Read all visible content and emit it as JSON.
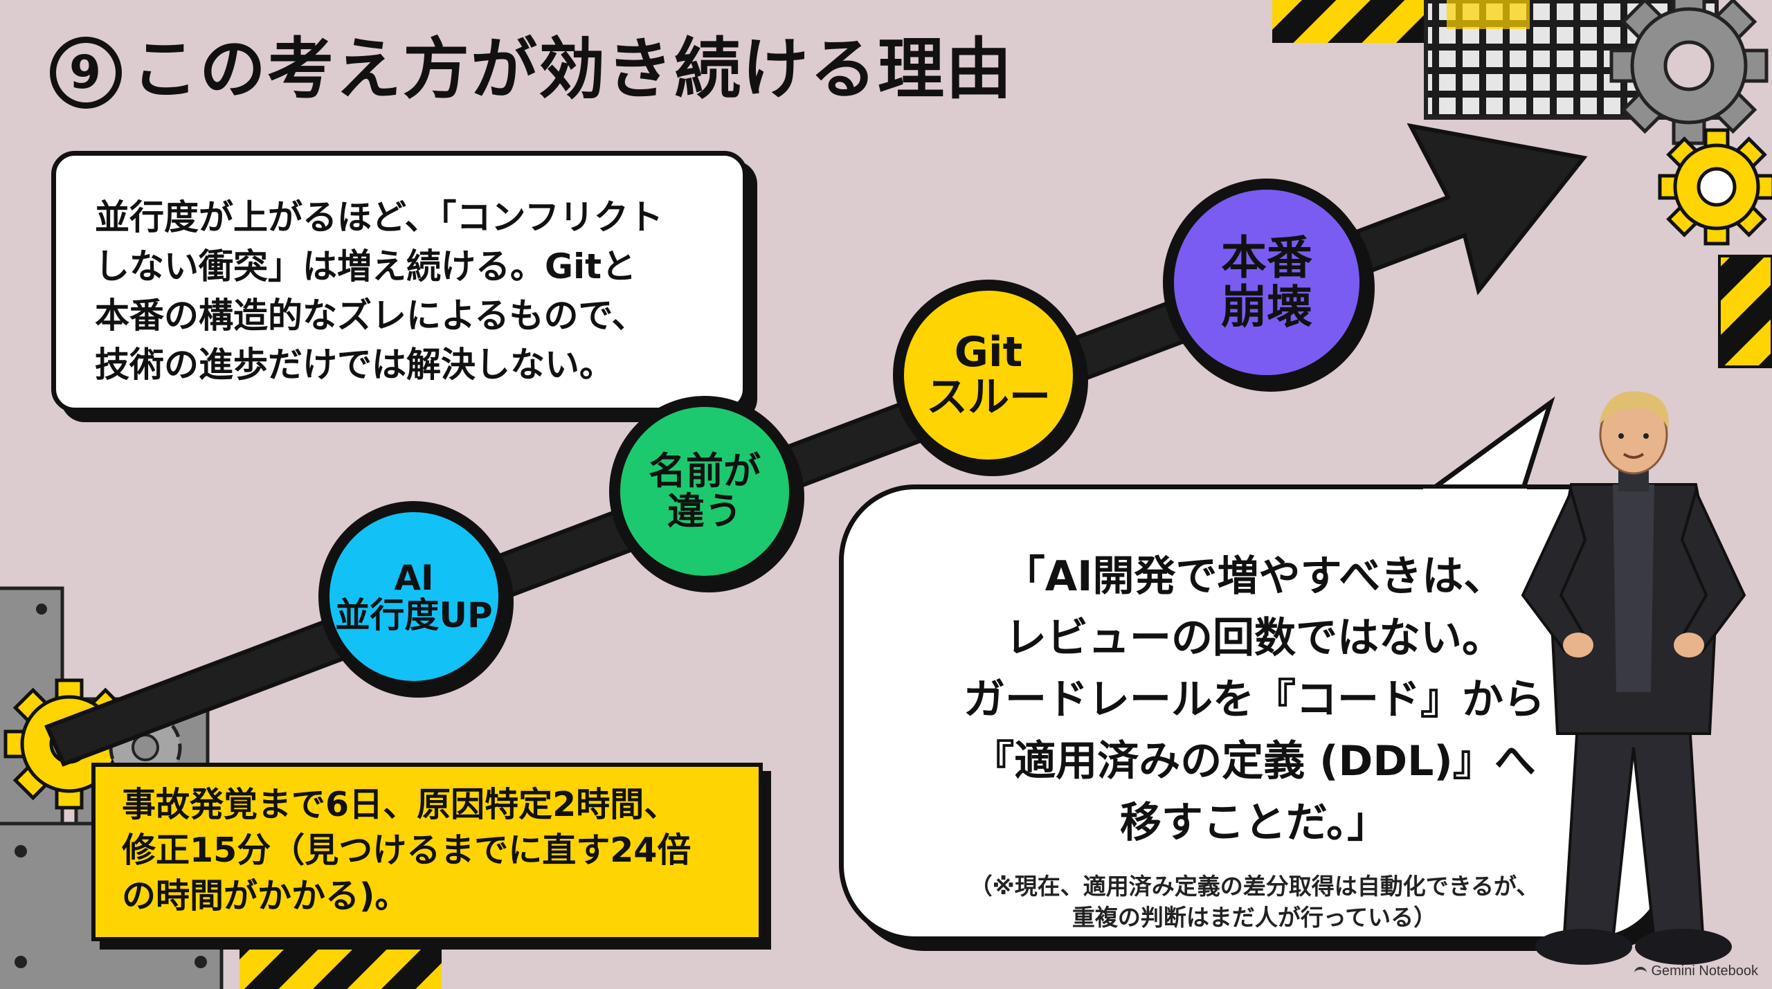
{
  "title": {
    "number": "9",
    "text": "この考え方が効き続ける理由"
  },
  "intro_card": {
    "text": "並行度が上がるほど、「コンフリクト\nしない衝突」は増え続ける。Gitと\n本番の構造的なズレによるもので、\n技術の進歩だけでは解決しない。"
  },
  "steps": [
    {
      "label": "AI\n並行度UP",
      "color": "#12c1f5"
    },
    {
      "label": "名前が\n違う",
      "color": "#1dc96e"
    },
    {
      "label": "Git\nスルー",
      "color": "#ffd400"
    },
    {
      "label": "本番\n崩壊",
      "color": "#7a5cf2"
    }
  ],
  "quote": {
    "main": "「AI開発で増やすべきは、\nレビューの回数ではない。\nガードレールを『コード』から\n『適用済みの定義 (DDL)』へ\n移すことだ。」",
    "note": "（※現在、適用済み定義の差分取得は自動化できるが、\n重複の判断はまだ人が行っている）"
  },
  "incident": {
    "text": "事故発覚まで6日、原因特定2時間、\n修正15分（見つけるまでに直す24倍\nの時間がかかる)。"
  },
  "watermark": "Gemini Notebook",
  "colors": {
    "background": "#dccbcf",
    "hazard_yellow": "#ffd400",
    "ink": "#111111",
    "arrow": "#1f1f1f"
  },
  "icons": [
    "gear-icon",
    "hazard-stripes",
    "metal-grate",
    "presenter-character",
    "gemini-logo-icon"
  ]
}
